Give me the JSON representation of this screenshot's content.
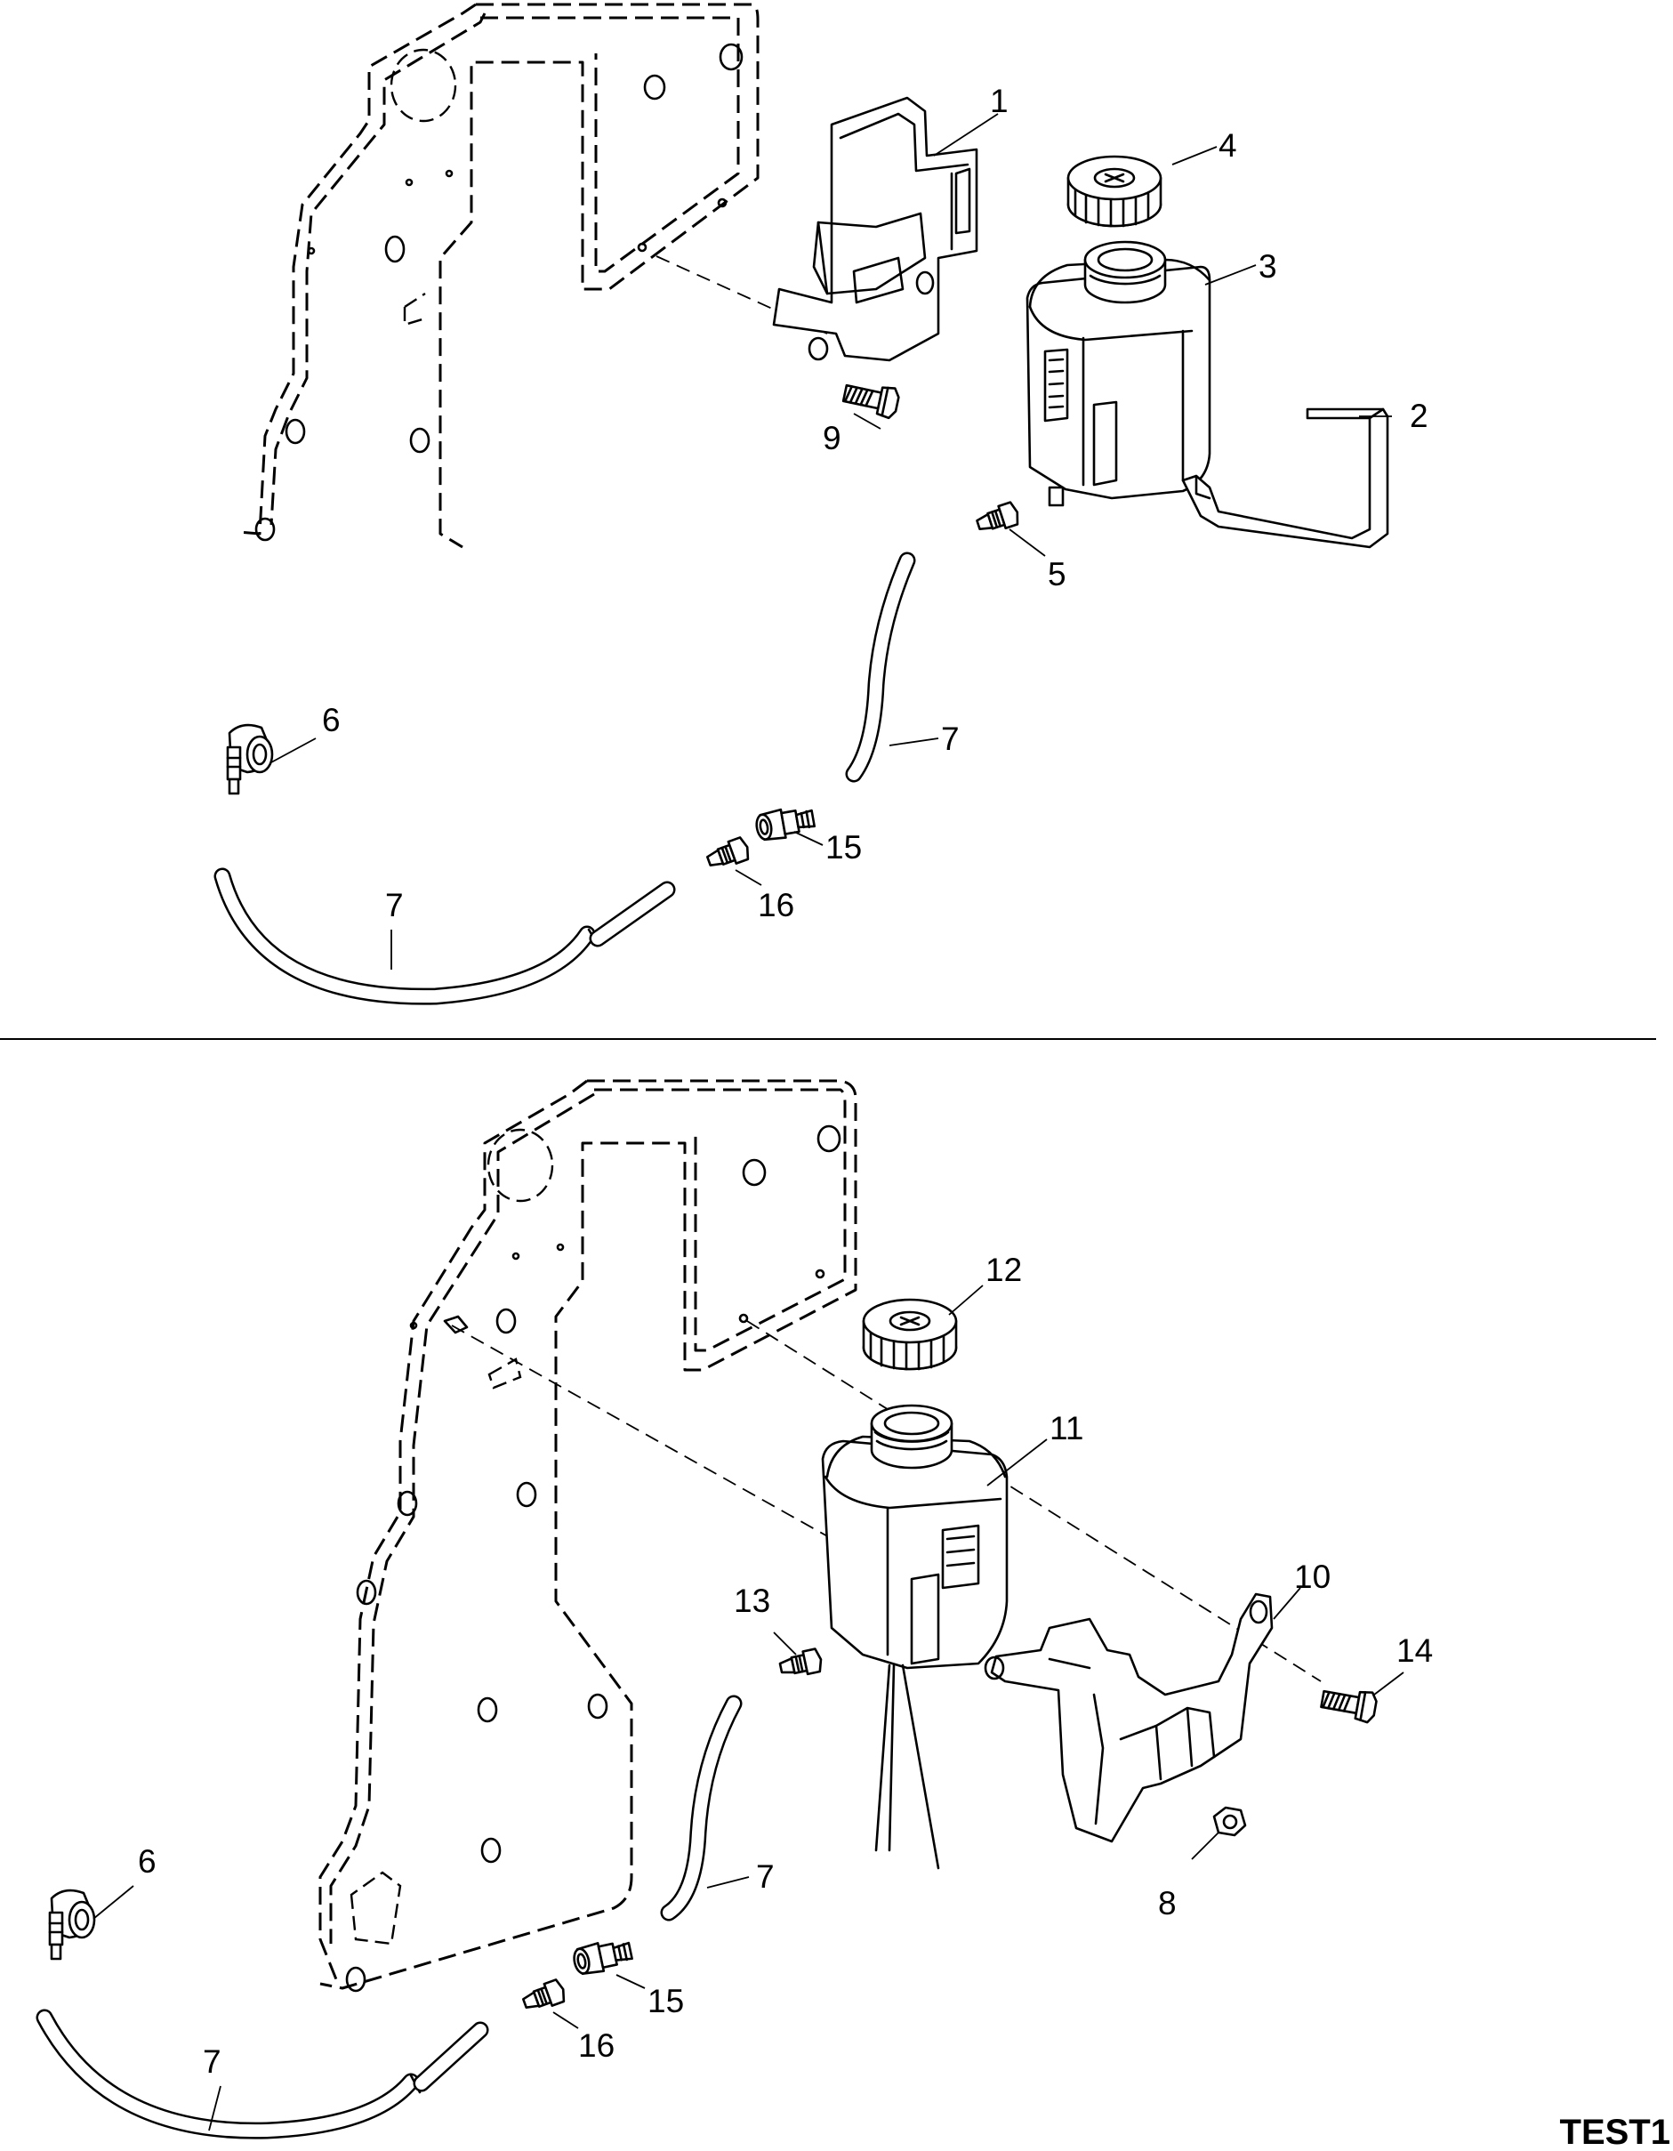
{
  "diagram_id": "TEST1",
  "top_view": {
    "callouts": [
      {
        "key": "c1",
        "text": "1"
      },
      {
        "key": "c2",
        "text": "2"
      },
      {
        "key": "c3",
        "text": "3"
      },
      {
        "key": "c4",
        "text": "4"
      },
      {
        "key": "c5",
        "text": "5"
      },
      {
        "key": "c6",
        "text": "6"
      },
      {
        "key": "c7a",
        "text": "7"
      },
      {
        "key": "c7b",
        "text": "7"
      },
      {
        "key": "c9",
        "text": "9"
      },
      {
        "key": "c15",
        "text": "15"
      },
      {
        "key": "c16",
        "text": "16"
      }
    ]
  },
  "bottom_view": {
    "callouts": [
      {
        "key": "c6",
        "text": "6"
      },
      {
        "key": "c7a",
        "text": "7"
      },
      {
        "key": "c7b",
        "text": "7"
      },
      {
        "key": "c8",
        "text": "8"
      },
      {
        "key": "c10",
        "text": "10"
      },
      {
        "key": "c11",
        "text": "11"
      },
      {
        "key": "c12",
        "text": "12"
      },
      {
        "key": "c13",
        "text": "13"
      },
      {
        "key": "c14",
        "text": "14"
      },
      {
        "key": "c15",
        "text": "15"
      },
      {
        "key": "c16",
        "text": "16"
      }
    ]
  }
}
